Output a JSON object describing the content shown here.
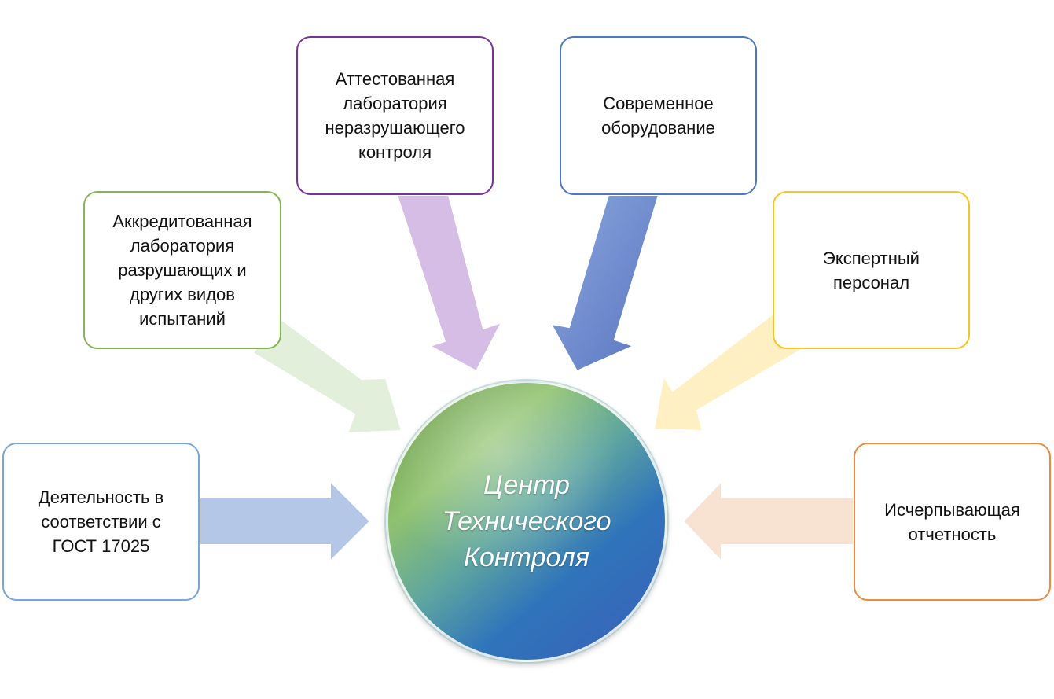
{
  "center": {
    "text": "Центр\nТехнического\nКонтроля"
  },
  "boxes": {
    "gost": "Деятельность в\nсоответствии с\nГОСТ 17025",
    "accredited_lab": "Аккредитованная\nлаборатория\nразрушающих и\nдругих видов\nиспытаний",
    "attested_lab": "Аттестованная\nлаборатория\nнеразрушающего\nконтроля",
    "equipment": "Современное\nоборудование",
    "staff": "Экспертный\nперсонал",
    "reporting": "Исчерпывающая\nотчетность"
  },
  "colors": {
    "gost": "#b4c7e7",
    "accredited_lab": "#e2efda",
    "attested_lab": "#d5bde6",
    "equipment": "#6f8ccf",
    "staff": "#fff0c4",
    "reporting": "#f8e2d2"
  }
}
